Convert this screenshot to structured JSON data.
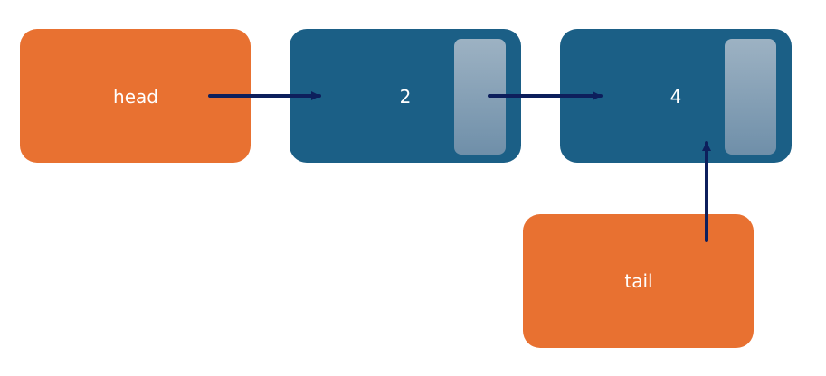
{
  "head": {
    "label": "head"
  },
  "tail": {
    "label": "tail"
  },
  "nodes": [
    {
      "value": "2"
    },
    {
      "value": "4"
    }
  ],
  "colors": {
    "pointer_box": "#e87131",
    "node_box": "#1b5f86",
    "arrow": "#0d1f5c",
    "text": "#ffffff"
  }
}
